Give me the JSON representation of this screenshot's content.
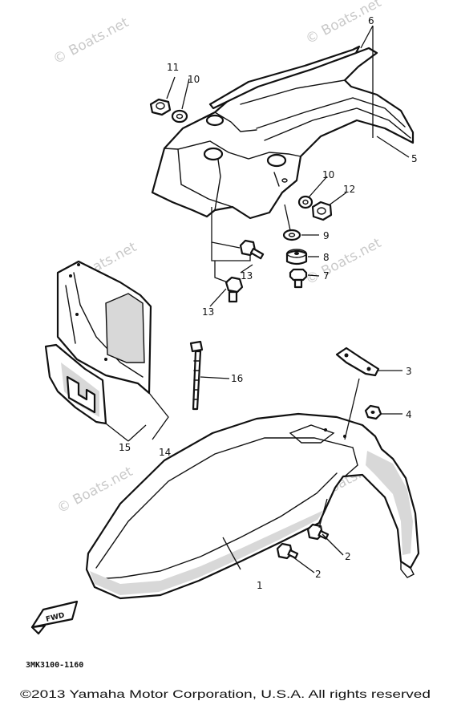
{
  "callouts": [
    {
      "id": "1",
      "label": "1"
    },
    {
      "id": "2a",
      "label": "2"
    },
    {
      "id": "2b",
      "label": "2"
    },
    {
      "id": "3",
      "label": "3"
    },
    {
      "id": "4",
      "label": "4"
    },
    {
      "id": "5",
      "label": "5"
    },
    {
      "id": "6",
      "label": "6"
    },
    {
      "id": "7",
      "label": "7"
    },
    {
      "id": "8",
      "label": "8"
    },
    {
      "id": "9",
      "label": "9"
    },
    {
      "id": "10a",
      "label": "10"
    },
    {
      "id": "10b",
      "label": "10"
    },
    {
      "id": "11",
      "label": "11"
    },
    {
      "id": "12",
      "label": "12"
    },
    {
      "id": "13a",
      "label": "13"
    },
    {
      "id": "13b",
      "label": "13"
    },
    {
      "id": "14",
      "label": "14"
    },
    {
      "id": "15",
      "label": "15"
    },
    {
      "id": "16",
      "label": "16"
    }
  ],
  "watermark": "© Boats.net",
  "fwd_label": "FWD",
  "diagram_code": "3MK3100-1160",
  "copyright": "©2013 Yamaha Motor Corporation, U.S.A. All rights reserved"
}
